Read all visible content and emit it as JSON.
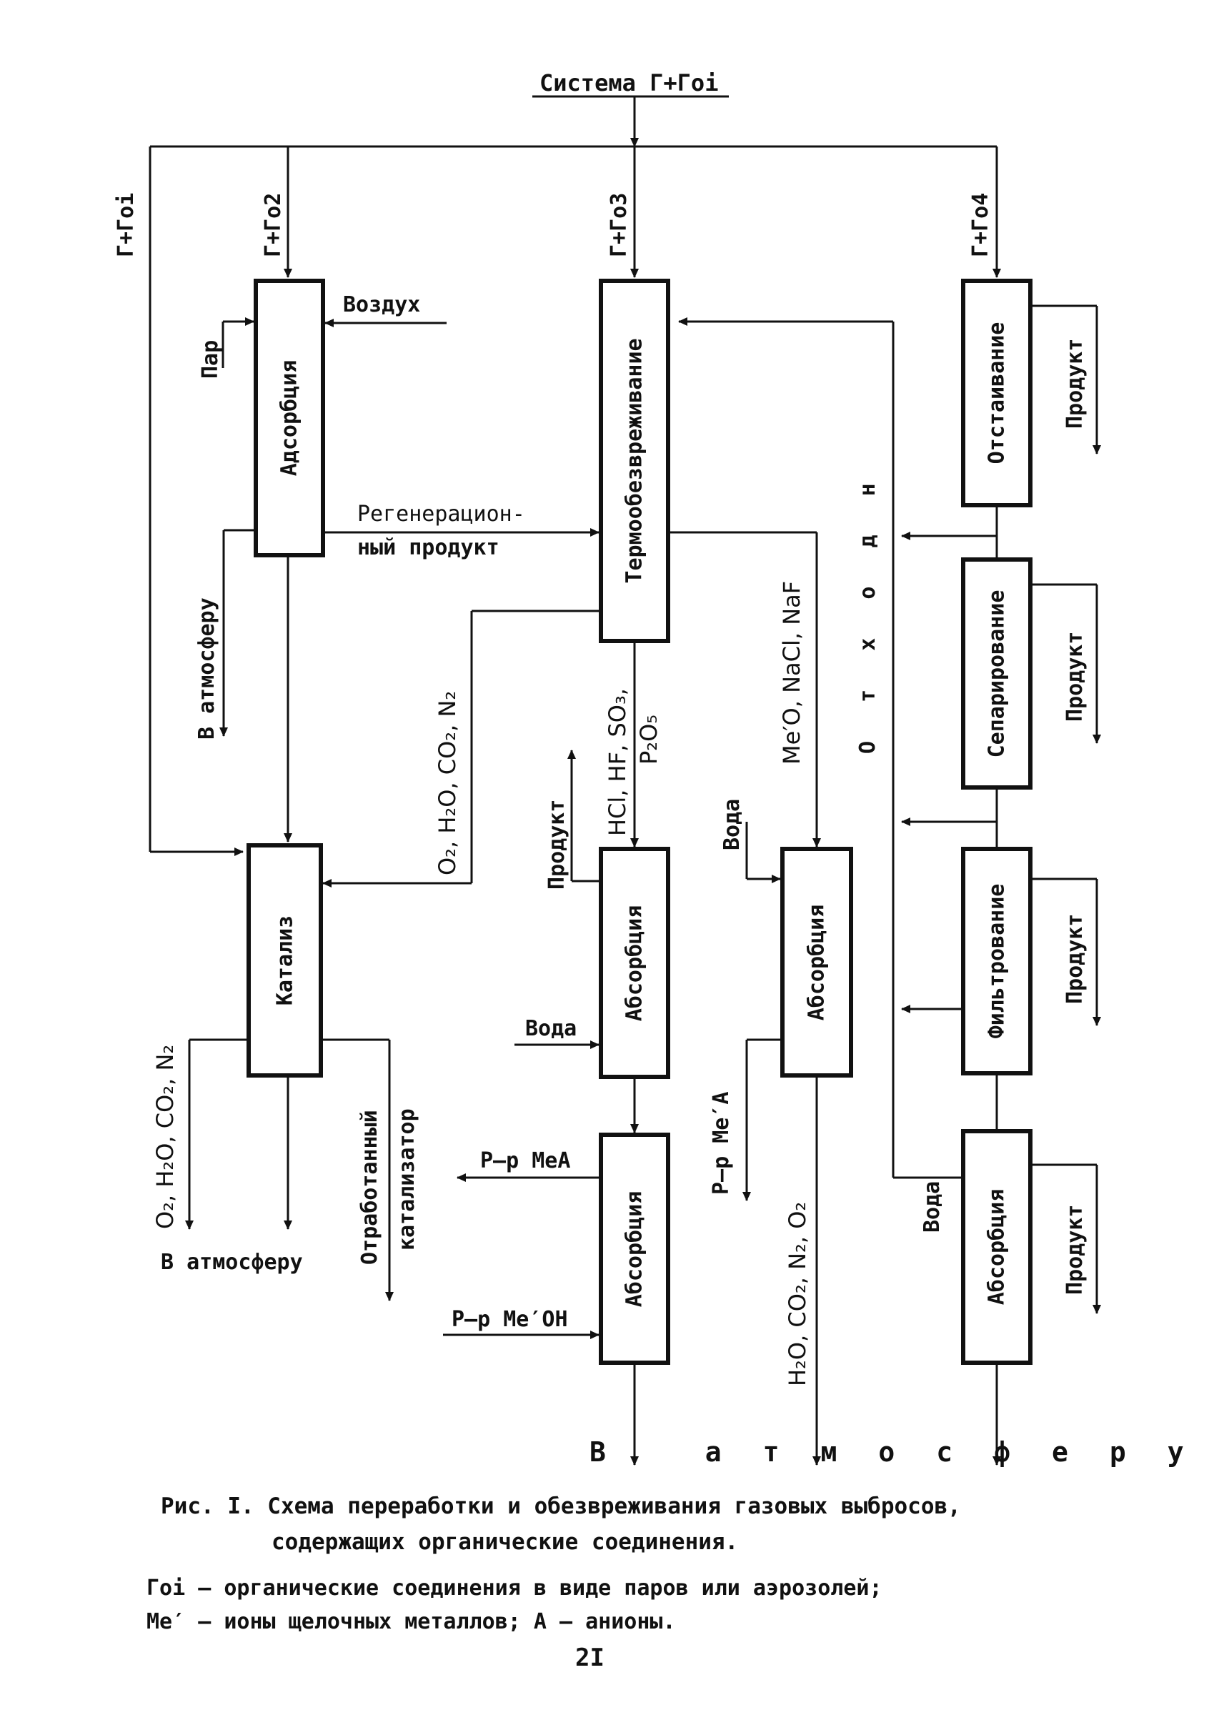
{
  "system_label": "Система Г+Гоi",
  "branches": {
    "b1": "Г+Гоi",
    "b2": "Г+Го2",
    "b3": "Г+Го3",
    "b4": "Г+Го4"
  },
  "boxes": {
    "adsorption": "Адсорбция",
    "thermo": "Термообезвреживание",
    "settling": "Отстаивание",
    "separation": "Сепарирование",
    "filtration": "Фильтрование",
    "absorption_water": "Абсорбция",
    "catalysis": "Катализ",
    "absorption_left": "Абсорбция",
    "absorption_mid": "Абсорбция",
    "absorption_bottom": "Абсорбция"
  },
  "labels": {
    "air": "Воздух",
    "steam": "Пар",
    "regen_1": "Регенерацион-",
    "regen_2": "ный продукт",
    "to_atmosphere_left": "В атмосферу",
    "o2_mix": "O₂, H₂O, CO₂, N₂",
    "acid_1": "HCl, HF, SO₃,",
    "acid_2": "P₂O₅",
    "salts": "Me′O, NaCl, NaF",
    "wastes": "О т х о д н",
    "product_1": "Продукт",
    "product_2": "Продукт",
    "product_3": "Продукт",
    "product_4": "Продукт",
    "product_5": "Продукт",
    "water_1": "Вода",
    "water_2": "Вода",
    "water_3": "Вода",
    "catalysis_out": "O₂, H₂O, CO₂, N₂",
    "to_atmosphere_bottom_left": "В атмосферу",
    "spent_catalyst_1": "Отработанный",
    "spent_catalyst_2": "катализатор",
    "solution_mea": "Р–р МеА",
    "solution_meoh": "Р–р Ме′ОН",
    "solution_mea2": "Р–р Ме′А",
    "mid_out": "H₂O, CO₂, N₂, O₂",
    "to_atmosphere_big": "В атмосферу"
  },
  "caption": {
    "line1": "Рис. I. Схема переработки и обезвреживания газовых выбросов,",
    "line2": "содержащих органические соединения.",
    "legend1": "Гоi  – органические соединения в виде паров или аэрозолей;",
    "legend2": "Ме′  – ионы  щелочных металлов;  А – анионы.",
    "page": "2I"
  }
}
